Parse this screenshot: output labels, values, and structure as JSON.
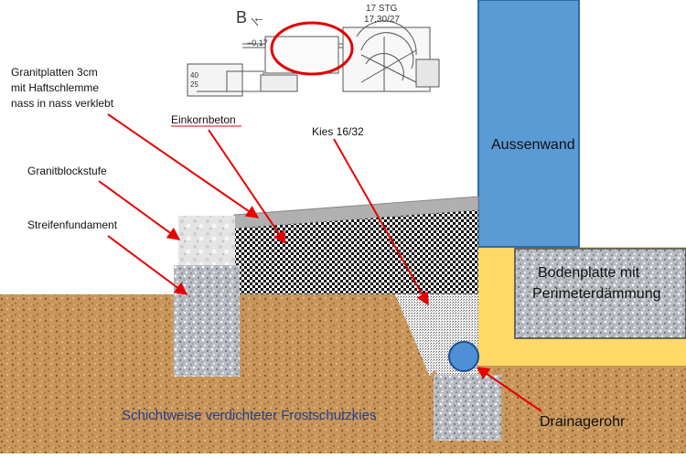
{
  "plan_inset": {
    "section_marker": "B",
    "level_marker": "−0,17",
    "stair_label_top": "17 STG",
    "stair_label_bottom": "17,30/27",
    "side_marks": [
      "40",
      "25"
    ]
  },
  "labels": {
    "granitplatten": [
      "Granitplatten 3cm",
      "mit Haftschlemme",
      "nass in nass verklebt"
    ],
    "einkornbeton": "Einkornbeton",
    "kies": "Kies 16/32",
    "granitblockstufe": "Granitblockstufe",
    "streifenfundament": "Streifenfundament",
    "aussenwand": "Aussenwand",
    "bodenplatte": [
      "Bodenplatte mit",
      "Perimeterdämmung"
    ],
    "drainagerohr": "Drainagerohr",
    "frostschutzkies": "Schichtweise verdichteter Frostschutzkies"
  },
  "colors": {
    "wall": "#5b9bd5",
    "insulation": "#ffd966",
    "soil": "#c8965a",
    "arrow": "#e60000",
    "highlight_circle": "#e00000",
    "drain_pipe": "#4f8fd6",
    "gravel_text": "#1f3f8f"
  }
}
